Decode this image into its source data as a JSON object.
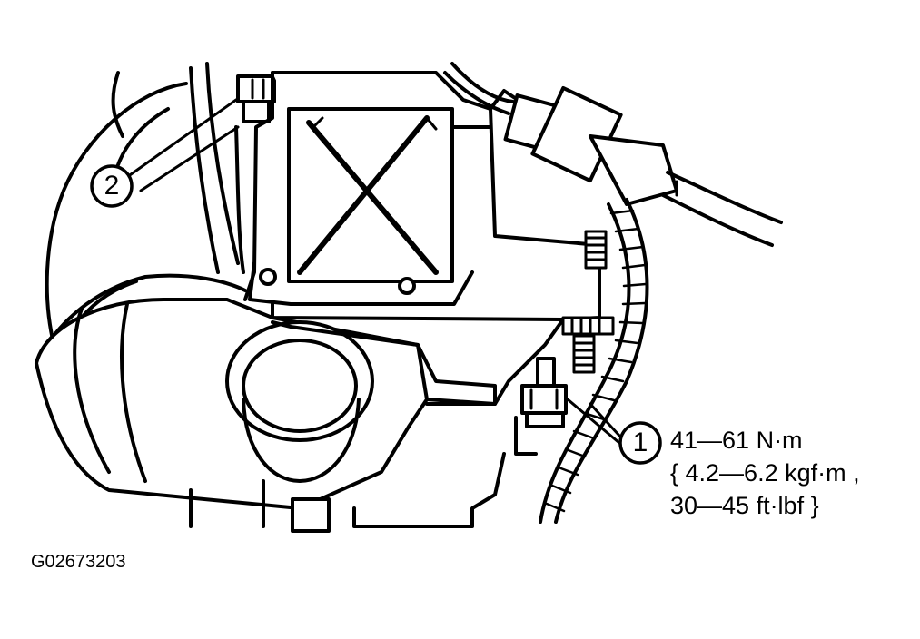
{
  "figure_id": "G02673203",
  "callouts": [
    {
      "number": "2"
    },
    {
      "number": "1"
    }
  ],
  "torque_spec": {
    "line1": "41—61 N·m",
    "line2": "{ 4.2—6.2 kgf·m ,",
    "line3": "30—45 ft·lbf }"
  }
}
